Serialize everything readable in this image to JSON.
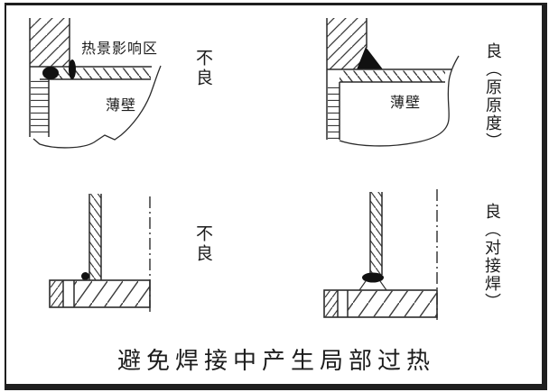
{
  "title_caption": "避免焊接中产生局部过热",
  "panels": {
    "top_left": {
      "verdict": "不良",
      "heat_zone_label": "热景影响区",
      "wall_label": "薄壁"
    },
    "top_right": {
      "verdict": "良（原原度）",
      "wall_label": "薄壁"
    },
    "bottom_left": {
      "verdict": "不良"
    },
    "bottom_right": {
      "verdict": "良（对接焊）"
    }
  },
  "colors": {
    "line": "#2b2b2b",
    "hatch": "#3a3a3a",
    "weld_fill": "#111111",
    "text": "#1c1c1c",
    "frame": "#1f1f1f",
    "background": "#ffffff"
  }
}
